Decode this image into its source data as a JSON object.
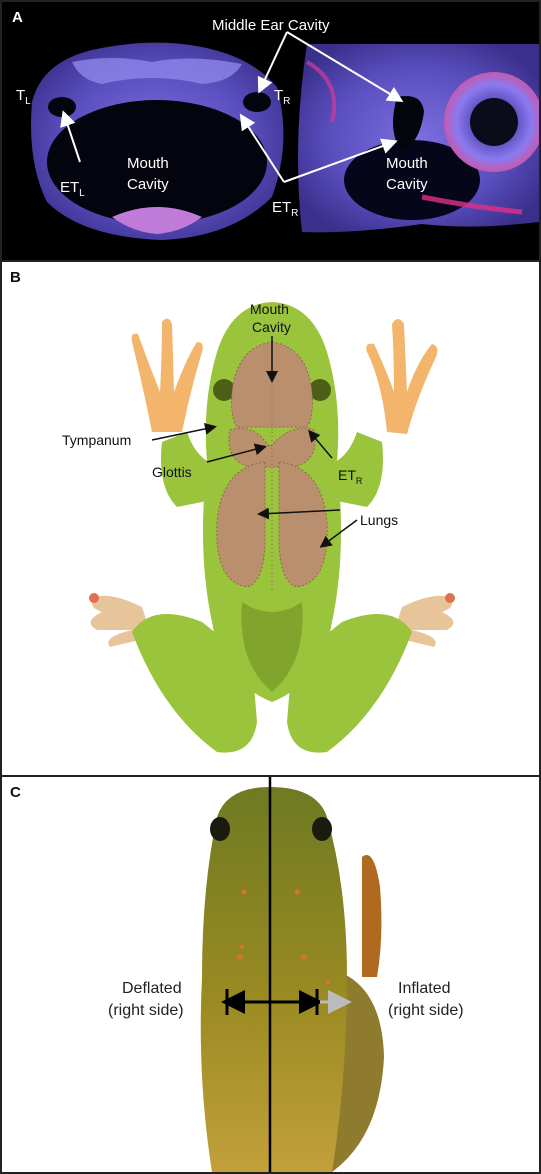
{
  "panels": {
    "a": {
      "letter": "A",
      "middle_ear": "Middle Ear Cavity",
      "mouth_left_1": "Mouth",
      "mouth_left_2": "Cavity",
      "mouth_right_1": "Mouth",
      "mouth_right_2": "Cavity",
      "t_left": "T",
      "t_left_sub": "L",
      "t_right": "T",
      "t_right_sub": "R",
      "et_left": "ET",
      "et_left_sub": "L",
      "et_right": "ET",
      "et_right_sub": "R"
    },
    "b": {
      "letter": "B",
      "mouth_1": "Mouth",
      "mouth_2": "Cavity",
      "tympanum": "Tympanum",
      "glottis": "Glottis",
      "et_right": "ET",
      "et_right_sub": "R",
      "lungs": "Lungs"
    },
    "c": {
      "letter": "C",
      "deflated_1": "Deflated",
      "deflated_2": "(right side)",
      "inflated_1": "Inflated",
      "inflated_2": "(right side)"
    }
  },
  "colors": {
    "scan_purple": "#6a5acd",
    "scan_pink": "#e0308a",
    "frog_green": "#9ac43c",
    "frog_dark_green": "#6f8f22",
    "frog_orange": "#f2b56b",
    "organ_brown": "#b98f6e",
    "photo_olive": "#8a8a2a",
    "arrow_gray": "#bbbbbb"
  }
}
